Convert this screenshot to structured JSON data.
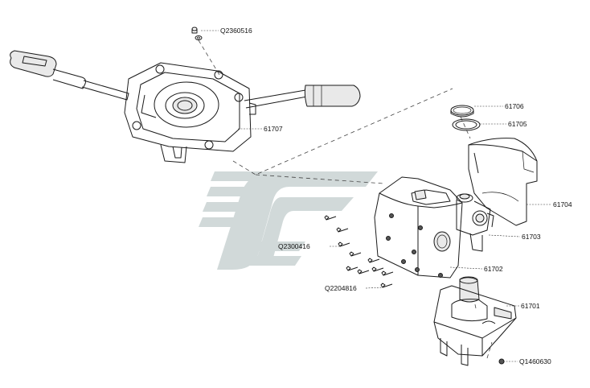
{
  "diagram": {
    "callouts": {
      "q2360516": "Q2360516",
      "p61707": "61707",
      "p61706": "61706",
      "p61705": "61705",
      "p61704": "61704",
      "p61703": "61703",
      "q2300416": "Q2300416",
      "p61702": "61702",
      "q2204816": "Q2204816",
      "p61701": "61701",
      "q1460630": "Q1460630"
    },
    "colors": {
      "watermark": "#c9d3d3",
      "line": "#1a1a1a",
      "background": "#ffffff"
    },
    "watermark_icon": "stylized-logo-watermark"
  }
}
